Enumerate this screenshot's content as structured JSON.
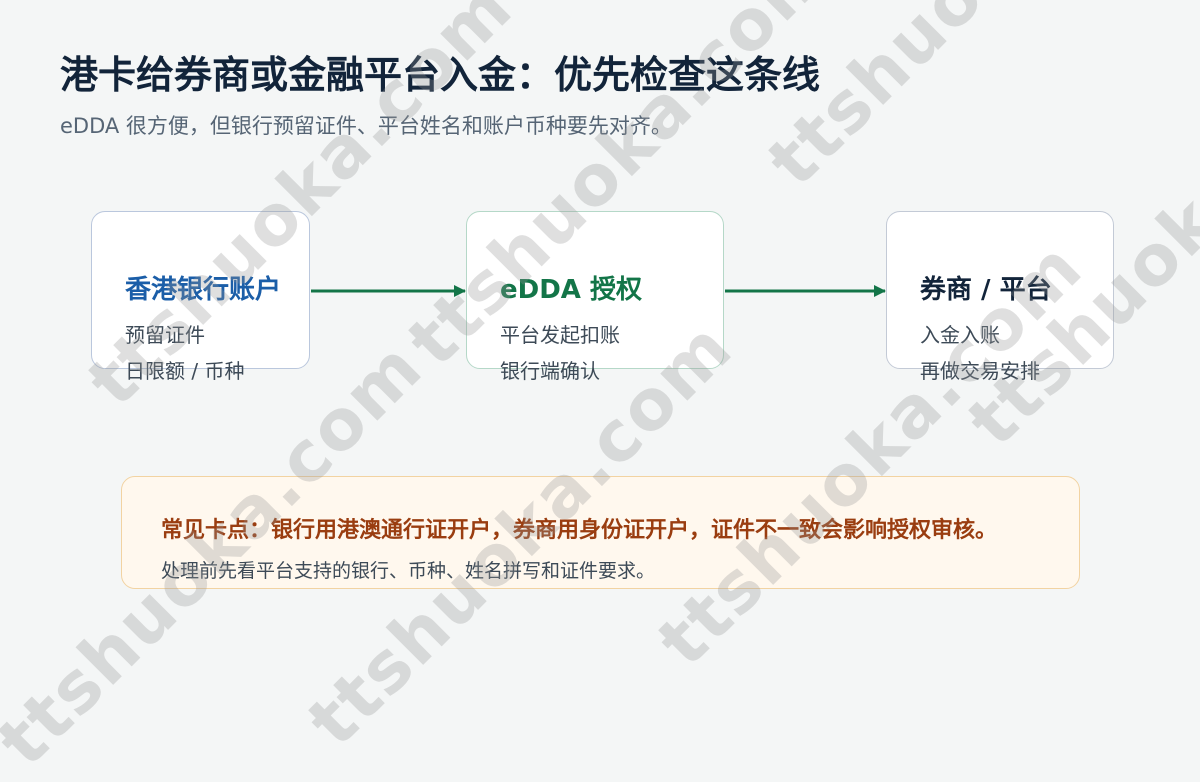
{
  "header": {
    "title": "港卡给券商或金融平台入金：优先检查这条线",
    "subtitle": "eDDA 很方便，但银行预留证件、平台姓名和账户币种要先对齐。"
  },
  "flow": {
    "steps": [
      {
        "title": "香港银行账户",
        "line1": "预留证件",
        "line2": "日限额 / 币种"
      },
      {
        "title": "eDDA 授权",
        "line1": "平台发起扣账",
        "line2": "银行端确认"
      },
      {
        "title": "券商 / 平台",
        "line1": "入金入账",
        "line2": "再做交易安排"
      }
    ]
  },
  "callout": {
    "title": "常见卡点：银行用港澳通行证开户，券商用身份证开户，证件不一致会影响授权审核。",
    "body": "处理前先看平台支持的银行、币种、姓名拼写和证件要求。"
  },
  "watermark": "ttshuoka.com",
  "colors": {
    "accent_blue": "#1b5ea8",
    "accent_green": "#137548",
    "warning_brown": "#9a3d10",
    "callout_bg": "#fff8ee"
  }
}
